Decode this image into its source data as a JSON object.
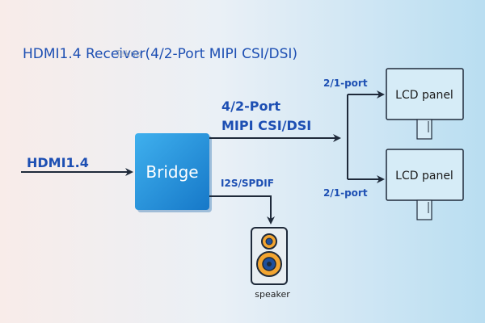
{
  "title": "HDMI1.4 Receiver(4/2-Port MIPI CSI/DSI)",
  "faint_text": "Tekno",
  "input_label": "HDMI1.4",
  "bridge_label": "Bridge",
  "output_label_line1": "4/2-Port",
  "output_label_line2": "MIPI CSI/DSI",
  "audio_label": "I2S/SPDIF",
  "port_label_top": "2/1-port",
  "port_label_bottom": "2/1-port",
  "lcd_top_label": "LCD panel",
  "lcd_bottom_label": "LCD panel",
  "speaker_label": "speaker",
  "colors": {
    "title": "#1d4fb3",
    "bridge": "#1e90d8",
    "line": "#1f2a3a",
    "lcd_fill": "#d6ecf7"
  }
}
